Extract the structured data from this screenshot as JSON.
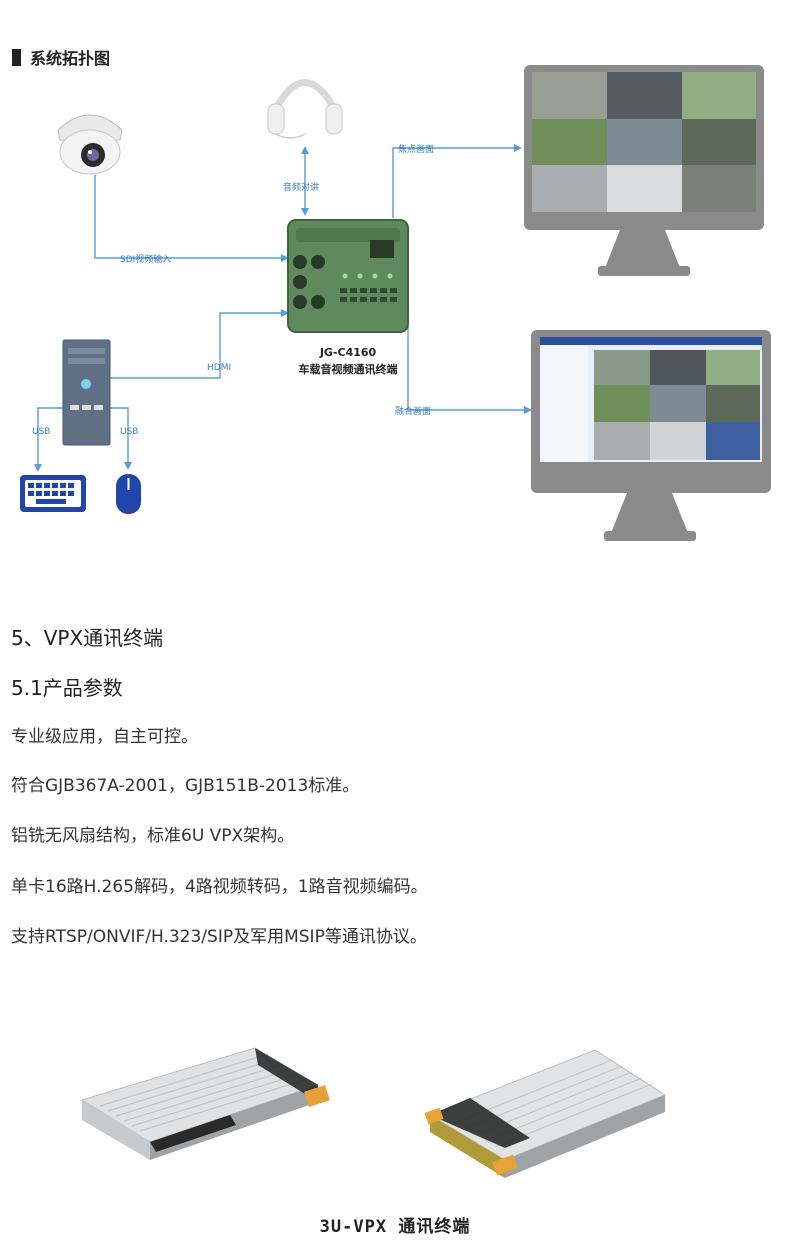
{
  "diagram": {
    "section_title": "系统拓扑图",
    "labels": {
      "audio_talk": "音频对讲",
      "focus_screen": "焦点画面",
      "sdi_input": "SDI视频输入",
      "hdmi": "HDMI",
      "usb_left": "USB",
      "usb_right": "USB",
      "fusion_screen": "融合画面"
    },
    "device": {
      "model": "JG-C4160",
      "name": "车载音视频通讯终端"
    },
    "colors": {
      "line": "#5b9bd5",
      "device_body": "#5f8a5e",
      "monitor_frame": "#8a8a8a"
    }
  },
  "section": {
    "heading": "5、VPX通讯终端",
    "subheading": "5.1产品参数",
    "params": [
      "专业级应用，自主可控。",
      "符合GJB367A-2001，GJB151B-2013标准。",
      "铝铣无风扇结构，标准6U VPX架构。",
      "单卡16路H.265解码，4路视频转码，1路音视频编码。",
      "支持RTSP/ONVIF/H.323/SIP及军用MSIP等通讯协议。"
    ]
  },
  "product": {
    "caption": "3U-VPX 通讯终端"
  }
}
